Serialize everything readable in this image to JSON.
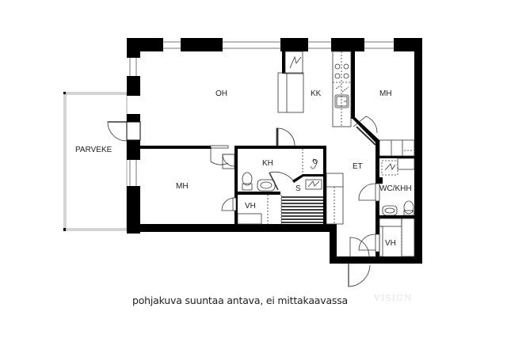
{
  "floorplan": {
    "rooms": {
      "living_room": "OH",
      "kitchen": "KK",
      "bedroom_east": "MH",
      "bedroom_west": "MH",
      "balcony": "PARVEKE",
      "bathroom": "KH",
      "sauna": "S",
      "closet_west": "VH",
      "hallway": "ET",
      "wc_utility": "WC/KHH",
      "closet_east": "VH"
    },
    "colors": {
      "wall": "#000000",
      "line": "#333333",
      "window": "#bbbbbb"
    }
  },
  "caption": "pohjakuva suuntaa antava, ei mittakaavassa",
  "watermark": "VISIGN"
}
